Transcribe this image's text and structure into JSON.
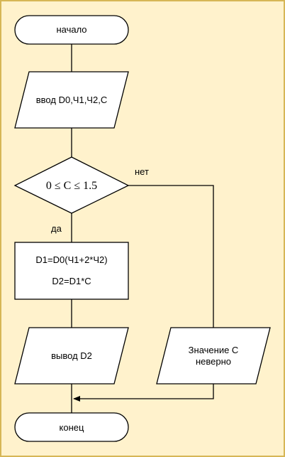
{
  "colors": {
    "background": "#fff2cc",
    "border": "#d6b656",
    "shape_fill": "#ffffff",
    "stroke": "#000000"
  },
  "nodes": {
    "start": "начало",
    "input": "ввод D0,Ч1,Ч2,С",
    "condition": "0 ≤ C ≤ 1.5",
    "process_line1": "D1=D0(Ч1+2*Ч2)",
    "process_line2": "D2=D1*C",
    "output": "вывод D2",
    "error_line1": "Значение С",
    "error_line2": "неверно",
    "end": "конец"
  },
  "edges": {
    "yes_label": "да",
    "no_label": "нет"
  }
}
